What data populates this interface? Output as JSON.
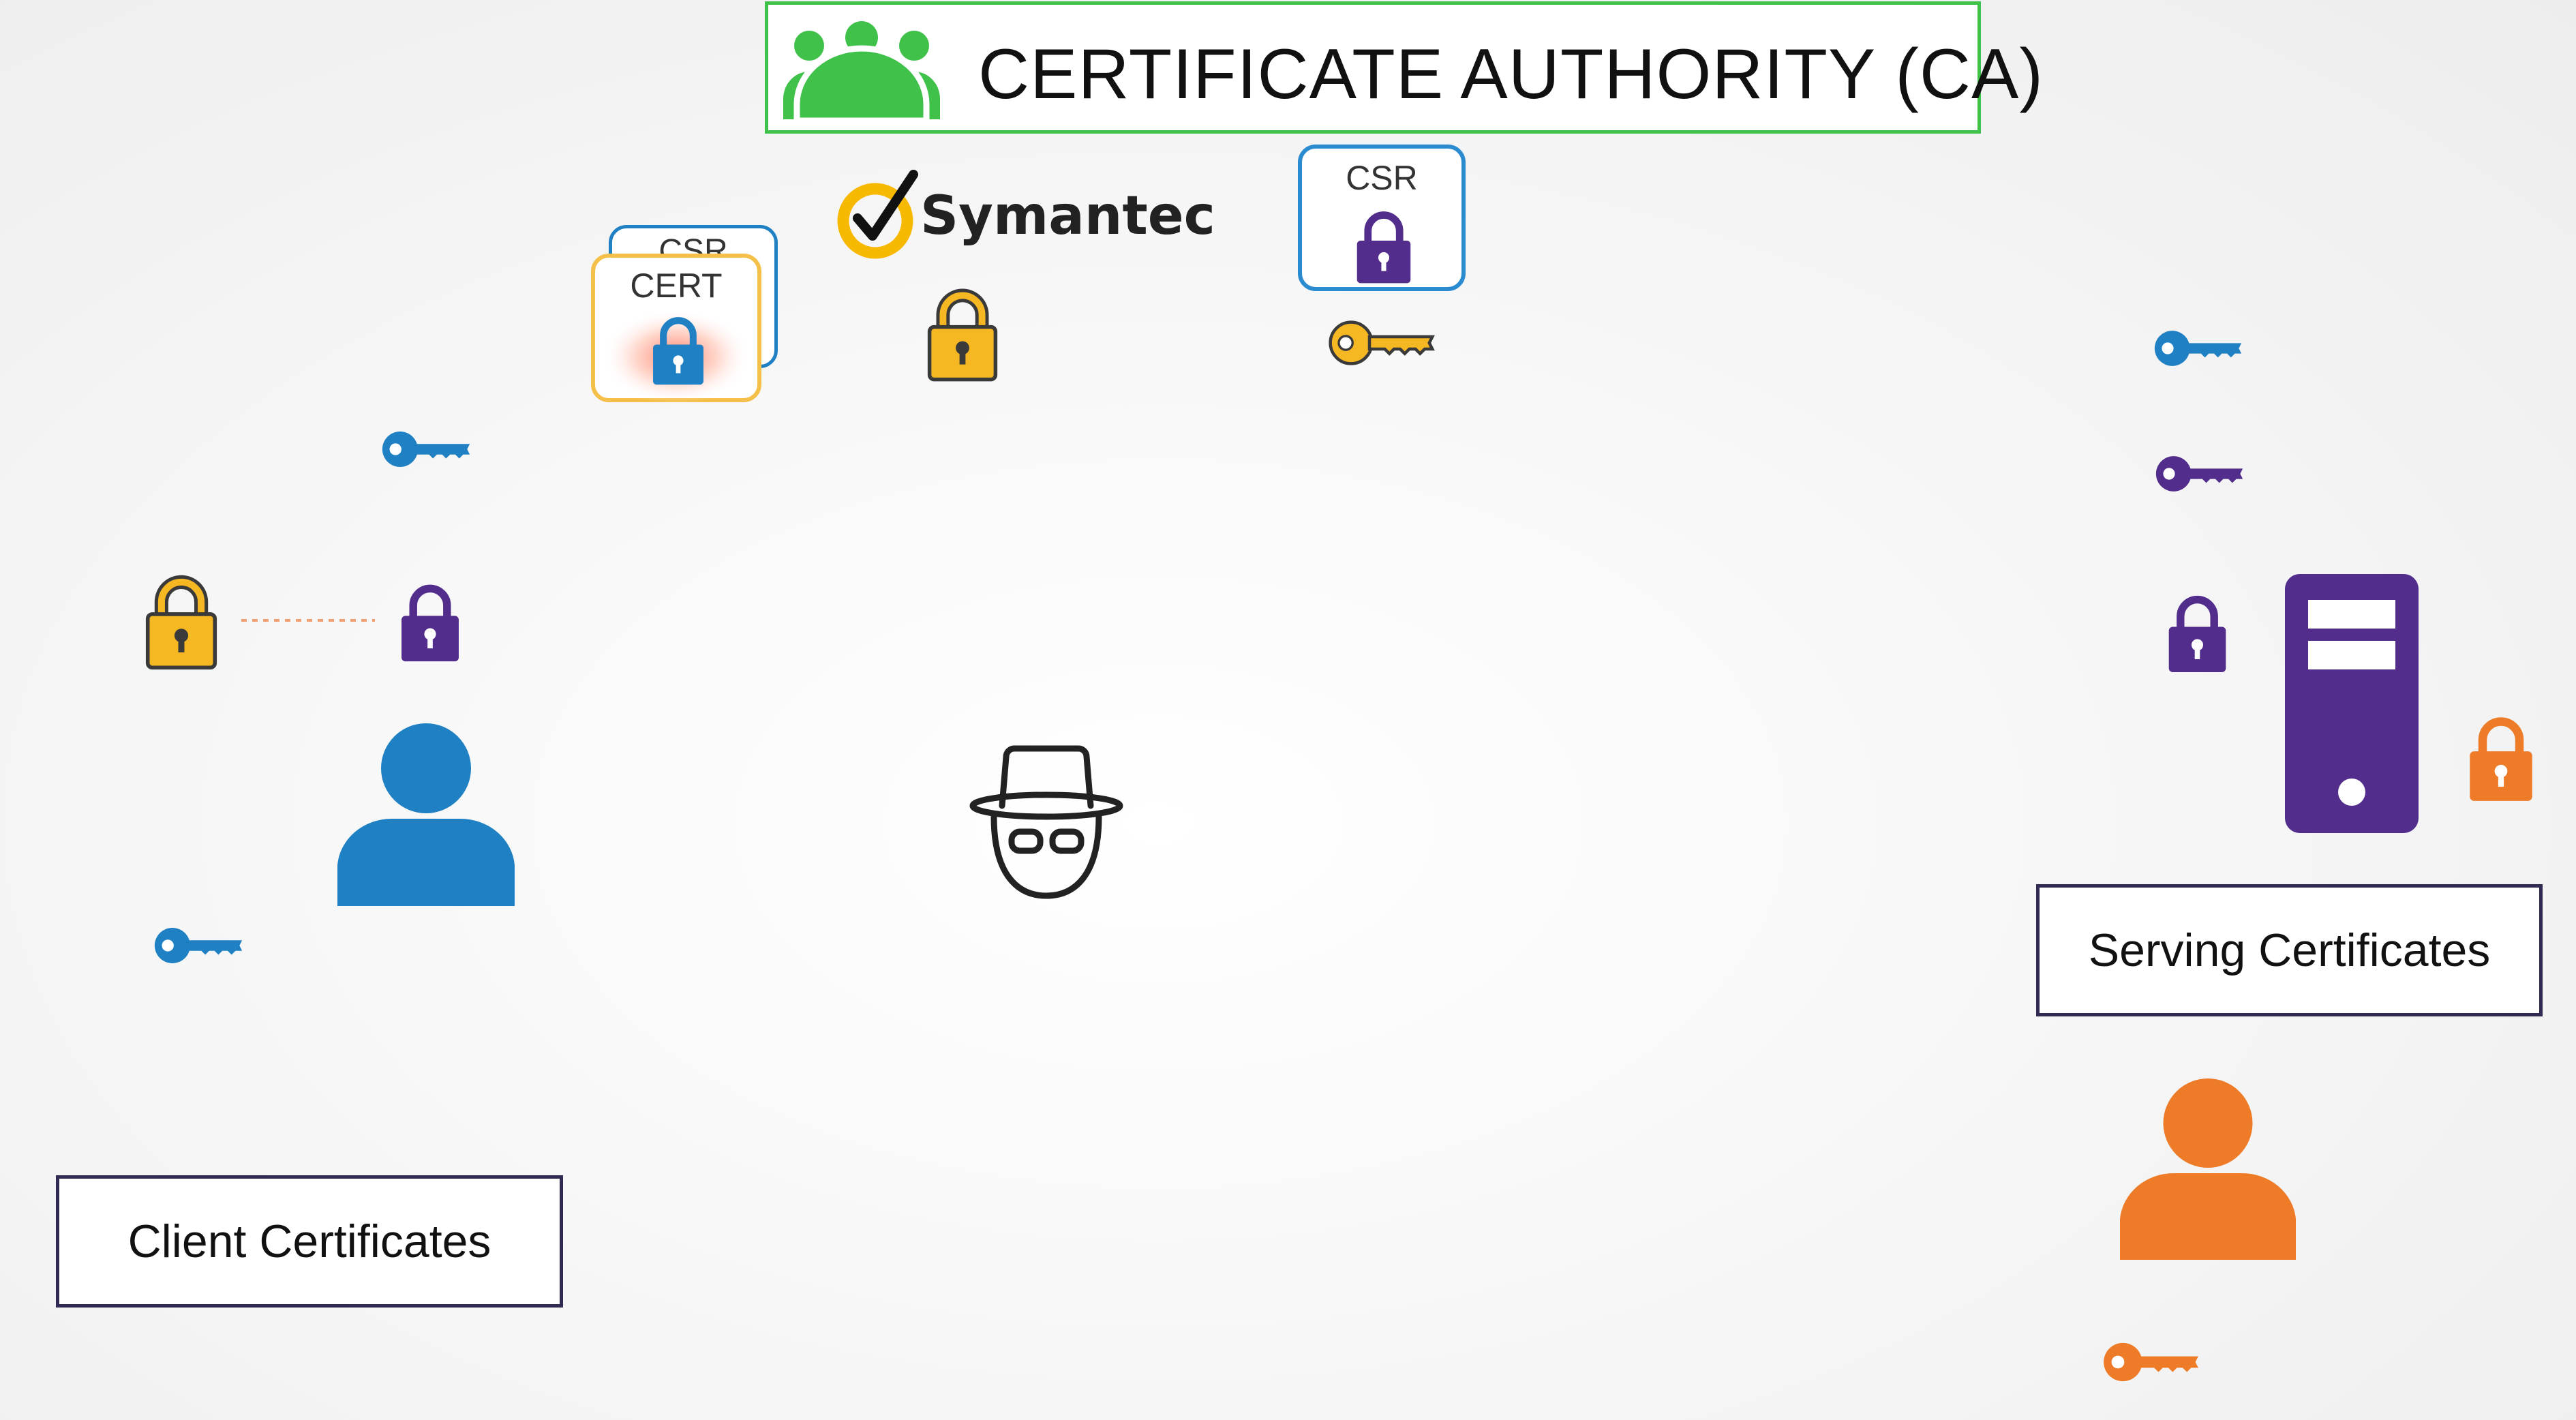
{
  "header": {
    "title": "CERTIFICATE AUTHORITY (CA)",
    "icon": "group-people-icon"
  },
  "vendor": {
    "name": "Symantec",
    "icon": "checkmark-seal-icon"
  },
  "cert_stack": {
    "back_label": "CSR",
    "front_label": "CERT"
  },
  "csr_card": {
    "label": "CSR"
  },
  "labels": {
    "client": "Client Certificates",
    "serving": "Serving Certificates"
  },
  "colors": {
    "ca_green": "#3fc14a",
    "blue": "#1f81c4",
    "purple": "#522d8c",
    "gold": "#f5b823",
    "orange": "#ee7b28",
    "dark": "#2f2b52"
  }
}
